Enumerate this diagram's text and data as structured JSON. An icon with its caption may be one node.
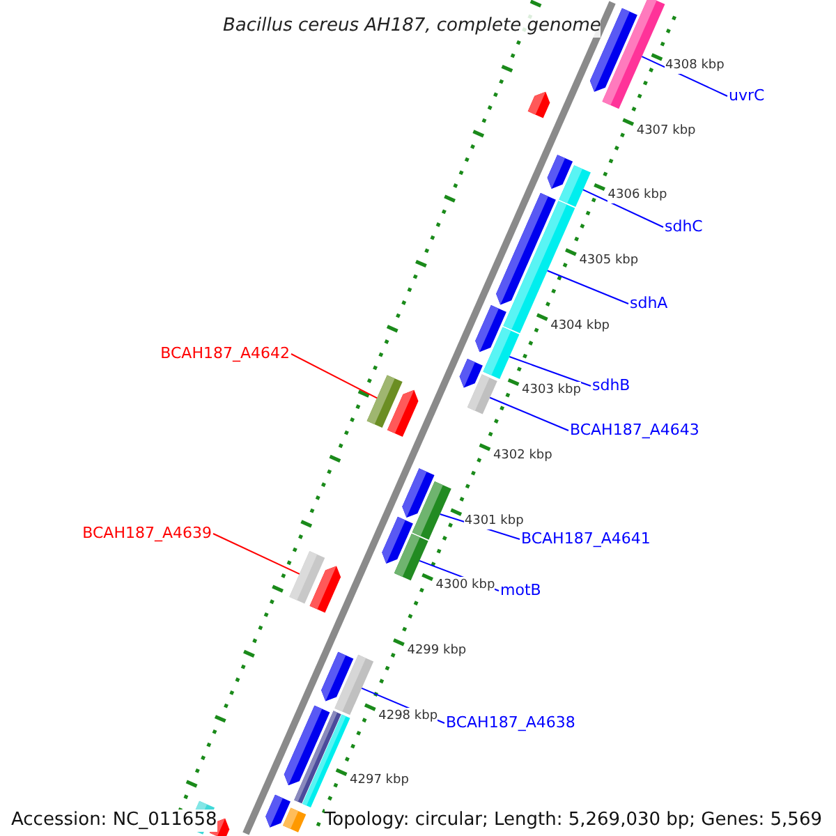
{
  "diagram": {
    "title": "Bacillus cereus AH187, complete genome",
    "nodes": [
      {
        "text": [
          "uvrC"
        ]
      },
      {
        "text": [],
        "shape": "bar"
      },
      {
        "text": [
          "sdhC"
        ]
      },
      {
        "text": [],
        "shape": "bar"
      },
      {
        "text": [
          "sdhA"
        ]
      },
      {
        "text": [],
        "shape": "bar"
      },
      {
        "text": [
          "BCAH187_A4642"
        ]
      },
      {
        "text": [],
        "shape": "bar"
      },
      {
        "text": [
          "sdhB"
        ]
      },
      {
        "text": [],
        "shape": "bar"
      },
      {
        "text": [
          "BCAH187_A4643"
        ]
      },
      {
        "text": [],
        "shape": "bar"
      },
      {
        "text": [
          "BCAH187_A4641"
        ]
      },
      {
        "text": [],
        "shape": "bar"
      },
      {
        "text": [
          "BCAH187_A4639"
        ]
      },
      {
        "text": [],
        "shape": "bar"
      },
      {
        "text": [
          "motB"
        ]
      },
      {
        "text": [],
        "shape": "bar"
      },
      {
        "text": [
          "BCAH187_A4638"
        ]
      },
      {
        "text": [],
        "shape": "bar"
      }
    ],
    "edges": [
      {
        "from": 0,
        "to": 1,
        "arrow": "none"
      },
      {
        "from": 2,
        "to": 3,
        "arrow": "none"
      },
      {
        "from": 4,
        "to": 5,
        "arrow": "none"
      },
      {
        "from": 6,
        "to": 7,
        "arrow": "none",
        "color": "#ff0000"
      },
      {
        "from": 8,
        "to": 9,
        "arrow": "none"
      },
      {
        "from": 10,
        "to": 11,
        "arrow": "none"
      },
      {
        "from": 12,
        "to": 13,
        "arrow": "none"
      },
      {
        "from": 14,
        "to": 15,
        "arrow": "none",
        "color": "#ff0000"
      },
      {
        "from": 16,
        "to": 17,
        "arrow": "none"
      },
      {
        "from": 18,
        "to": 19,
        "arrow": "none"
      }
    ],
    "labels": [
      "4308 kbp",
      "4307 kbp",
      "4306 kbp",
      "4305 kbp",
      "4304 kbp",
      "4303 kbp",
      "4302 kbp",
      "4301 kbp",
      "4300 kbp",
      "4299 kbp",
      "4298 kbp",
      "4297 kbp",
      "Accession: NC_011658",
      "Topology: circular; Length: 5,269,030 bp; Genes: 5,569"
    ]
  }
}
